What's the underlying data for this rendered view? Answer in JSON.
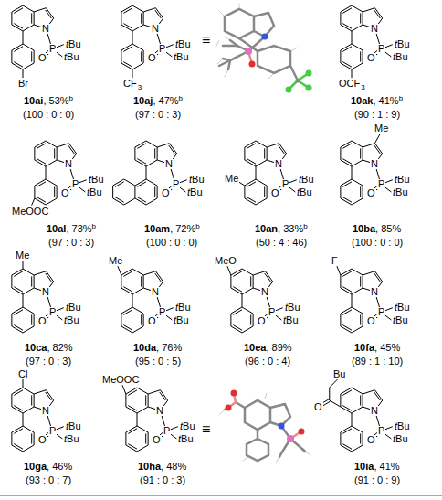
{
  "diagram": {
    "labels": [
      "N",
      "P",
      "O",
      "tBu",
      "tBu",
      "Br",
      "10ai",
      ", 53%",
      "b",
      "(100 : 0 : 0)",
      "N",
      "P",
      "O",
      "tBu",
      "tBu",
      "CF",
      "3",
      "10aj",
      ", 47%",
      "b",
      "(97 : 0 : 3)",
      "≡",
      "N",
      "P",
      "O",
      "tBu",
      "tBu",
      "OCF",
      "3",
      "10ak",
      ", 41%",
      "b",
      "(90 : 1 : 9)",
      "N",
      "P",
      "O",
      "tBu",
      "tBu",
      "MeOOC",
      "10al",
      ", 73%",
      "b",
      "(97 : 0 : 3)",
      "N",
      "P",
      "O",
      "tBu",
      "tBu",
      "10am",
      ", 72%",
      "b",
      "(100 : 0 : 0)",
      "N",
      "P",
      "O",
      "tBu",
      "tBu",
      "Me",
      "10an",
      ", 33%",
      "b",
      "(50 : 4 : 46)",
      "Me",
      "N",
      "P",
      "O",
      "tBu",
      "tBu",
      "10ba",
      ", 85%",
      "(100 : 0 : 0)",
      "Me",
      "N",
      "P",
      "O",
      "tBu",
      "tBu",
      "10ca",
      ", 82%",
      "(97 : 0 : 3)",
      "Me",
      "N",
      "P",
      "O",
      "tBu",
      "tBu",
      "10da",
      ", 76%",
      "(95 : 0 : 5)",
      "MeO",
      "N",
      "P",
      "O",
      "tBu",
      "tBu",
      "10ea",
      ", 89%",
      "(96 : 0 : 4)",
      "F",
      "N",
      "P",
      "O",
      "tBu",
      "tBu",
      "10fa",
      ", 45%",
      "(89 : 1 : 10)",
      "Cl",
      "N",
      "P",
      "O",
      "tBu",
      "tBu",
      "10ga",
      ", 46%",
      "(93 : 0 : 7)",
      "MeOOC",
      "N",
      "P",
      "O",
      "tBu",
      "tBu",
      "10ha",
      ", 48%",
      "(91 : 0 : 3)",
      "≡",
      "Bu",
      "O",
      "N",
      "P",
      "O",
      "tBu",
      "tBu",
      "10ia",
      ", 41%",
      "(91 : 0 : 9)"
    ]
  }
}
